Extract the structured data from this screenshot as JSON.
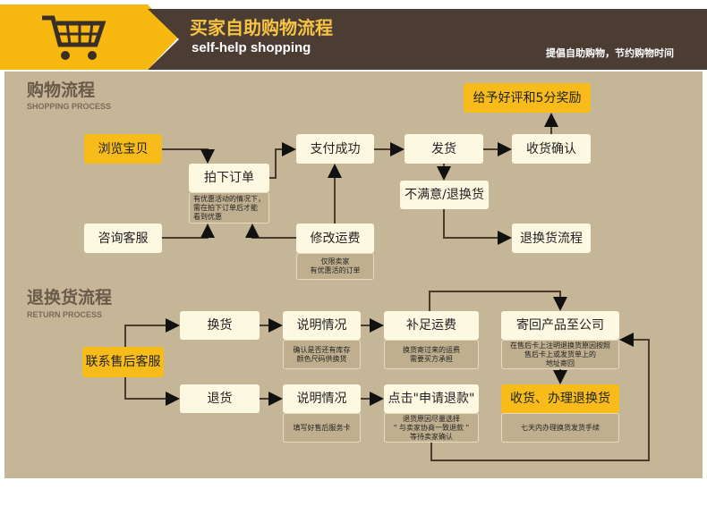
{
  "header": {
    "title": "买家自助购物流程",
    "subtitle": "self-help shopping",
    "slogan": "提倡自助购物，节约购物时间"
  },
  "shopping": {
    "title": "购物流程",
    "title_en": "SHOPPING PROCESS",
    "browse": "浏览宝贝",
    "consult": "咨询客服",
    "order": "拍下订单",
    "order_note": "有优惠活动的情况下，\n需在拍下订单后才能\n看到优惠",
    "paid": "支付成功",
    "modify": "修改运费",
    "modify_note": "仅限卖家\n有优惠活的订单",
    "ship": "发货",
    "unsatisfied": "不满意/退换货",
    "confirm": "收货确认",
    "reward": "给予好评和5分奖励",
    "return_flow": "退换货流程"
  },
  "returns": {
    "title": "退换货流程",
    "title_en": "RETURN PROCESS",
    "contact": "联系售后客服",
    "exchange": "换货",
    "refund": "退货",
    "explain1": "说明情况",
    "explain1_note": "确认是否还有库存\n颜色尺码供换货",
    "explain2": "说明情况",
    "explain2_note": "填写好售后服务卡",
    "shipping_fee": "补足运费",
    "shipping_fee_note": "换货寄过来的运费\n需要买方承担",
    "apply": "点击\"申请退款\"",
    "apply_note": "退货原因尽量选择\n\" 与卖家协商一致退款 \"\n等待卖家确认",
    "send_back": "寄回产品至公司",
    "send_back_note": "在售后卡上注明退换货原因按照\n售后卡上或发货单上的\n地址寄回",
    "receive": "收货、办理退换货",
    "receive_note": "七天内办理换货发货手续"
  }
}
